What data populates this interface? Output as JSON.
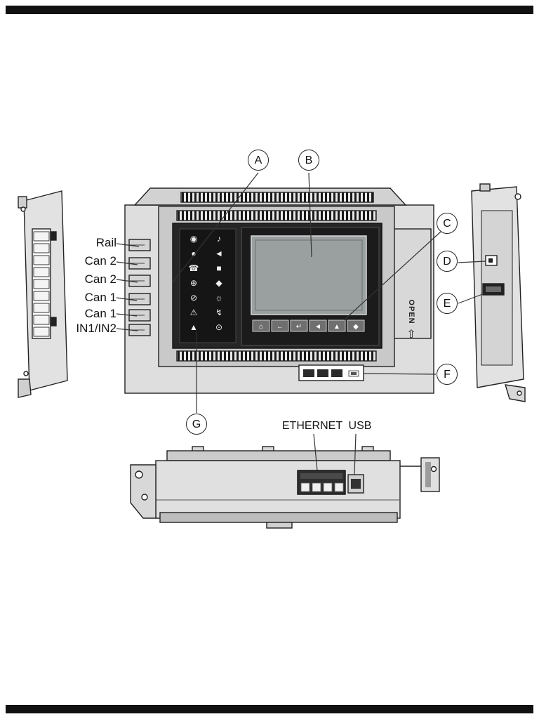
{
  "figure": {
    "callouts": {
      "a": "A",
      "b": "B",
      "c": "C",
      "d": "D",
      "e": "E",
      "f": "F",
      "g": "G"
    },
    "terminal_labels": [
      "Rail",
      "Can 2",
      "Can 2",
      "Can 1",
      "Can 1",
      "IN1/IN2"
    ],
    "port_labels": {
      "ethernet": "ETHERNET",
      "usb": "USB"
    },
    "open_label": "OPEN",
    "open_arrow": "⇧"
  },
  "icon_panel": {
    "icons": [
      {
        "name": "transmission-icon",
        "glyph": "◉"
      },
      {
        "name": "horn-icon",
        "glyph": "♪"
      },
      {
        "name": "extinguishing-icon",
        "glyph": "●"
      },
      {
        "name": "speaker-icon",
        "glyph": "◄"
      },
      {
        "name": "phone-icon",
        "glyph": "☎"
      },
      {
        "name": "printer-icon",
        "glyph": "■"
      },
      {
        "name": "service-icon",
        "glyph": "⊕"
      },
      {
        "name": "gas-icon",
        "glyph": "◆"
      },
      {
        "name": "disabled-icon",
        "glyph": "⊘"
      },
      {
        "name": "sprinkler-icon",
        "glyph": "☼"
      },
      {
        "name": "fault-warning-icon",
        "glyph": "⚠"
      },
      {
        "name": "flash-icon",
        "glyph": "↯"
      },
      {
        "name": "alarm-icon",
        "glyph": "▲"
      },
      {
        "name": "power-icon",
        "glyph": "⊙"
      }
    ]
  },
  "keypad": {
    "keys": [
      {
        "name": "home-key",
        "glyph": "⌂"
      },
      {
        "name": "back-key",
        "glyph": "←"
      },
      {
        "name": "enter-key",
        "glyph": "↵"
      },
      {
        "name": "left-key",
        "glyph": "◄"
      },
      {
        "name": "up-key",
        "glyph": "▲"
      },
      {
        "name": "select-key",
        "glyph": "◆"
      }
    ]
  },
  "colors": {
    "line": "#1a1a1a",
    "casing": "#d6d6d6",
    "bezel": "#262626",
    "screen": "#9aa0a0"
  }
}
